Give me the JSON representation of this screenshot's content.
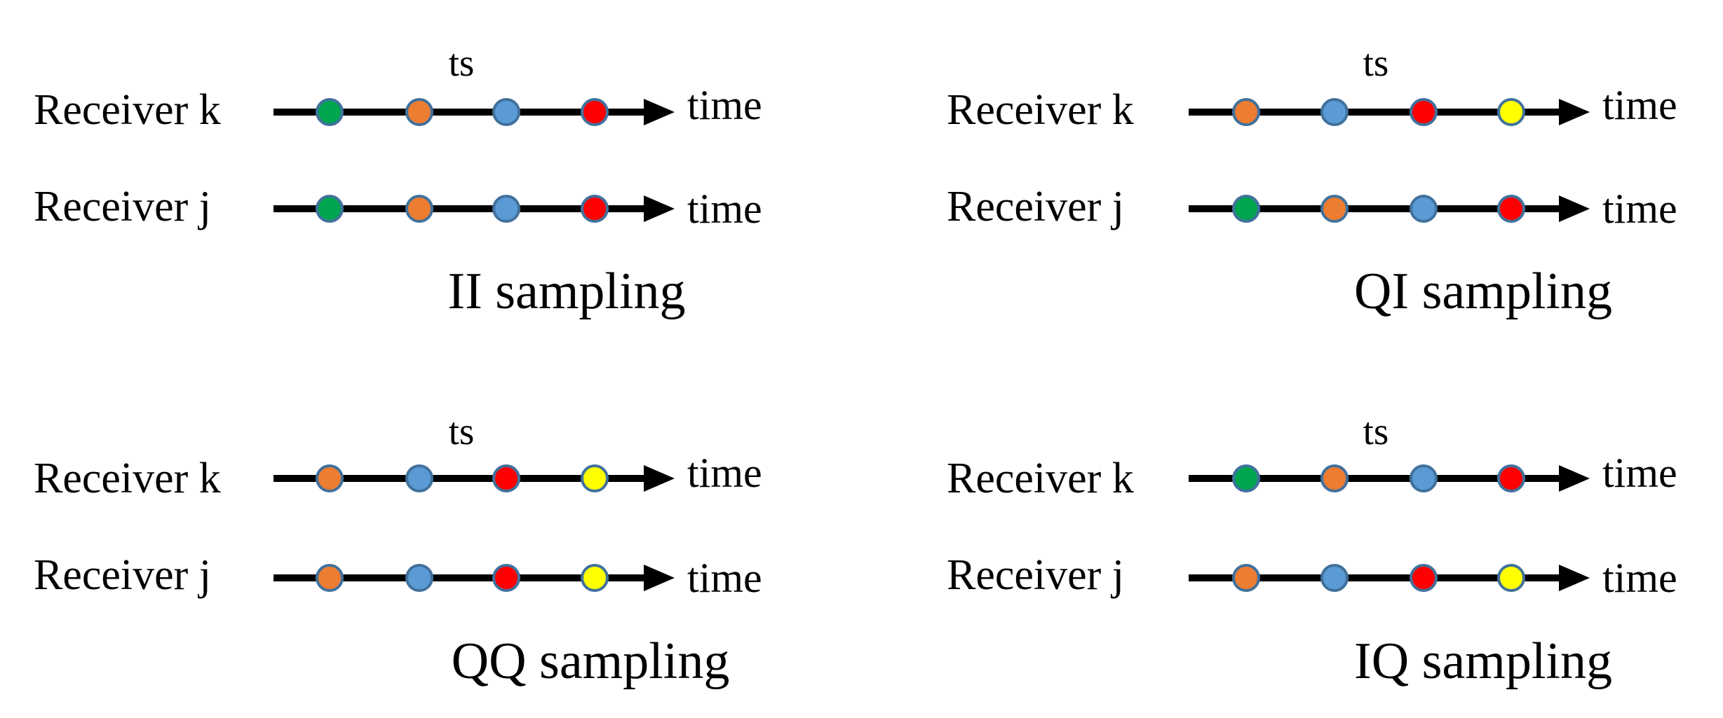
{
  "colors": {
    "green": "#00a550",
    "orange": "#ed7d31",
    "blue": "#5b9bd5",
    "red": "#ff0000",
    "yellow": "#ffff00",
    "marker_outline": "#41719c",
    "line": "#000000"
  },
  "panels": [
    {
      "title": "II sampling",
      "ts_label": "ts",
      "rows": [
        {
          "receiver": "Receiver k",
          "axis_label": "time",
          "samples": [
            "green",
            "orange",
            "blue",
            "red"
          ]
        },
        {
          "receiver": "Receiver j",
          "axis_label": "time",
          "samples": [
            "green",
            "orange",
            "blue",
            "red"
          ]
        }
      ]
    },
    {
      "title": "QI sampling",
      "ts_label": "ts",
      "rows": [
        {
          "receiver": "Receiver k",
          "axis_label": "time",
          "samples": [
            "orange",
            "blue",
            "red",
            "yellow"
          ]
        },
        {
          "receiver": "Receiver j",
          "axis_label": "time",
          "samples": [
            "green",
            "orange",
            "blue",
            "red"
          ]
        }
      ]
    },
    {
      "title": "QQ sampling",
      "ts_label": "ts",
      "rows": [
        {
          "receiver": "Receiver k",
          "axis_label": "time",
          "samples": [
            "orange",
            "blue",
            "red",
            "yellow"
          ]
        },
        {
          "receiver": "Receiver j",
          "axis_label": "time",
          "samples": [
            "orange",
            "blue",
            "red",
            "yellow"
          ]
        }
      ]
    },
    {
      "title": "IQ sampling",
      "ts_label": "ts",
      "rows": [
        {
          "receiver": "Receiver k",
          "axis_label": "time",
          "samples": [
            "green",
            "orange",
            "blue",
            "red"
          ]
        },
        {
          "receiver": "Receiver j",
          "axis_label": "time",
          "samples": [
            "orange",
            "blue",
            "red",
            "yellow"
          ]
        }
      ]
    }
  ]
}
